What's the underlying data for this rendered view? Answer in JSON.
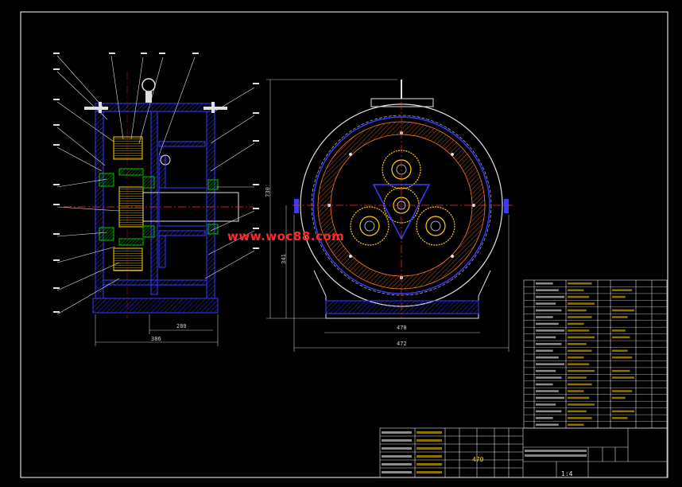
{
  "watermark": "www.woc88.com",
  "dimensions": {
    "side_width_inner": "280",
    "side_width_outer": "386",
    "front_base_width": "470",
    "front_overall_width": "472",
    "front_height_total": "730",
    "front_height_center": "341"
  },
  "title_block": {
    "scale_label": "1:4",
    "note_left": "470"
  },
  "colors": {
    "background": "#000000",
    "frame": "#ffffff",
    "section_blue": "#3a3aff",
    "centerline": "#ff3030",
    "gear": "#ffd000",
    "bearing": "#00c000",
    "hatch": "#ff7a2a",
    "dimension": "#bfbfbf",
    "watermark": "#ff2a2a"
  },
  "icons": [
    "drawing-frame",
    "lifting-eye",
    "gear",
    "bearing",
    "bolt"
  ]
}
